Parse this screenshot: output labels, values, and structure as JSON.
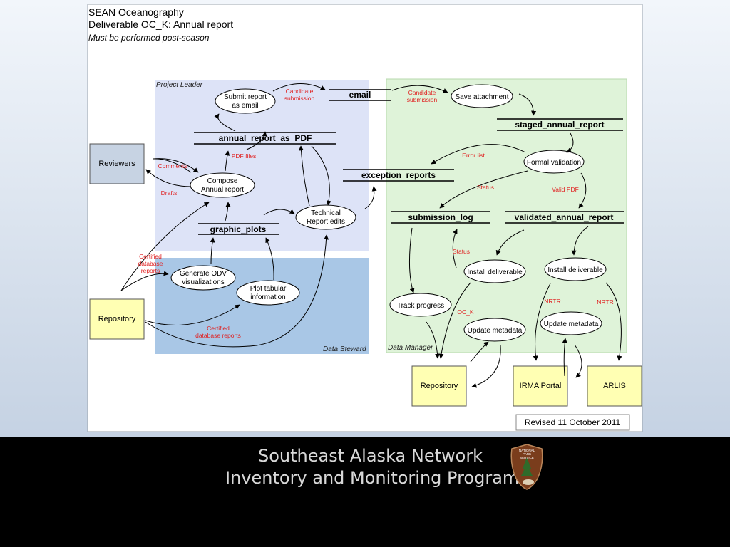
{
  "title": {
    "line1": "SEAN Oceanography",
    "line2": "Deliverable OC_K: Annual report",
    "line3": "Must be performed post-season"
  },
  "regions": {
    "project_leader": "Project Leader",
    "data_steward": "Data Steward",
    "data_manager": "Data Manager"
  },
  "processes": {
    "submit_report": [
      "Submit report",
      "as email"
    ],
    "compose": [
      "Compose",
      "Annual report"
    ],
    "technical_edits": [
      "Technical",
      "Report edits"
    ],
    "generate_odv": [
      "Generate ODV",
      "visualizations"
    ],
    "plot_tabular": [
      "Plot tabular",
      "information"
    ],
    "save_attachment": "Save attachment",
    "formal_validation": "Formal validation",
    "install_deliverable_1": "Install deliverable",
    "install_deliverable_2": "Install deliverable",
    "track_progress": "Track progress",
    "update_metadata_1": "Update metadata",
    "update_metadata_2": "Update metadata"
  },
  "stores": {
    "email": "email",
    "annual_report_pdf": "annual_report_as_PDF",
    "graphic_plots": "graphic_plots",
    "exception_reports": "exception_reports",
    "staged_annual_report": "staged_annual_report",
    "submission_log": "submission_log",
    "validated_annual_report": "validated_annual_report"
  },
  "entities": {
    "reviewers": "Reviewers",
    "repository_left": "Repository",
    "repository_bottom": "Repository",
    "irma_portal": "IRMA Portal",
    "arlis": "ARLIS"
  },
  "flow_labels": {
    "candidate_submission_1": [
      "Candidate",
      "submission"
    ],
    "candidate_submission_2": [
      "Candidate",
      "submission"
    ],
    "comments": "Comments",
    "drafts": "Drafts",
    "pdf_files": "PDF files",
    "certified_db_reports_1": [
      "Certified",
      "database",
      "reports"
    ],
    "certified_db_reports_2": [
      "Certified",
      "database reports"
    ],
    "error_list": "Error list",
    "status_1": "Status",
    "status_2": "Status",
    "valid_pdf": "Valid PDF",
    "oc_k": "OC_K",
    "nrtr_1": "NRTR",
    "nrtr_2": "NRTR"
  },
  "revised": "Revised 11 October 2011",
  "footer": {
    "line1": "Southeast Alaska Network",
    "line2": "Inventory and Monitoring Program",
    "logo_text": [
      "NATIONAL",
      "PARK",
      "SERVICE"
    ]
  },
  "colors": {
    "project_leader_bg": "#dde3f7",
    "data_steward_bg": "#a9c7e6",
    "data_manager_bg": "#dff3d9",
    "reviewers_bg": "#c7d3e3",
    "entity_yellow": "#ffffb3",
    "flow_label_red": "#e02020"
  }
}
